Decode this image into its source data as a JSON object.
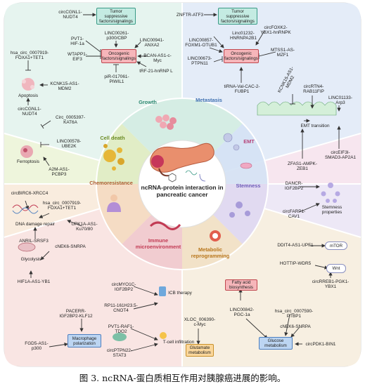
{
  "center": {
    "title": "ncRNA-protein interaction in\npancreatic cancer"
  },
  "sections": {
    "growth": "Growth",
    "metastasis": "Metastasis",
    "emt": "EMT",
    "stemness": "Stemness",
    "metabolic": "Metabolic\nreprogramming",
    "immune": "Immune\nmicroenvironment",
    "chemoresistance": "Chemoresistance",
    "cell_death": "Cell death"
  },
  "boxes": {
    "tumor_supp_left": "Tumor\nsuppressive\nfactors/signalings",
    "oncogenic_left": "Oncogenic\nfactors/signalings",
    "tumor_supp_right": "Tumor\nsuppressive\nfactors/signalings",
    "oncogenic_right": "Oncogenic\nfactors/signalings",
    "mtor": "mTOR",
    "wnt": "Wnt",
    "icb": "ICB therapy",
    "tcell": "T-cell infiltration",
    "macrophage": "Macrophage\npolarization",
    "glutamate": "Glutamate\nmetabolism",
    "fatty_acid": "Fatty acid\nbiosynthesis",
    "glucose": "Glucose\nmetabolism"
  },
  "labels": {
    "circcgnl1_nudt4_top": "circCGNL1-\nNUDT4",
    "pvt1_hif1a": "PVT1-\nHIF-1a",
    "wtapp1_eif3": "WTAPP1-\nEIF3",
    "linc00261": "LINC00261-\np300/CBP",
    "linc00941": "LINC00941-\nANXA2",
    "bcan_as1": "BCAN-AS1-c-\nMyc",
    "trf21": "tRF-21-hnRNP L",
    "pir017061": "piR-017061-\nPIWIL1",
    "hsa_circ_foxa1_top": "hsa_circ_0007919-\nFOXA1+TET1",
    "kcnk15": "KCNK15-AS1-\nMDM2",
    "apoptosis": "Apoptosis",
    "circcgnl1_nudt4_mid": "circCGNL1-\nNUDT4",
    "circ_0005397": "Circ_0005397-\nKAT6A",
    "linc00578": "LINC00578-\nUBE2K",
    "ferroptosis": "Ferroptosis",
    "a2m_as1": "A2M-AS1-\nPCBP3",
    "znftr": "ZNFTR-ATF3",
    "circfoxk2": "circFOXK2-\nYBX1-hnRNPK",
    "linc01232": "Linc01232-\nHNRNPA2B1",
    "linc00857": "LINC00857-\nFOXM1-OTUB1",
    "mtss1": "MTSS1-AS-\nMZF1",
    "linc00673": "LINC00673-\nPTPN11",
    "tirna": "tiRNA-Val-CAC-2-\nFUBP1",
    "kcnk15_right": "KCNK15-AS1-\nMDM2",
    "circrtn4": "circRTN4-\nRAB11FIP",
    "linc01133": "LINC01133-\nArp3",
    "emt_transition": "EMT transition",
    "circeif3i": "circEIF3I-\nSMAD3-AP2A1",
    "zfas1": "ZFAS1-AMPK-\nZEB1",
    "dancr": "DANCR-\nIGF2BP2",
    "circfarp1": "circFARP1-\nCAV1",
    "stemness_props": "Stemness\nproperties",
    "ddit4": "DDIT4-AS1-UPF1",
    "hottip": "HOTTIP-WDR5",
    "circrreb1": "circRREB1-PGK1-\nYBX1",
    "circbirc6": "circBIRC6-XRCC4",
    "hsa_circ_foxa1_chemo": "hsa_circ_0007919-\nFOXA1+TET1",
    "dna_damage": "DNA damage repair",
    "upk1a": "UPK1A-AS1-\nKu70/80",
    "anril": "ANRIL-SRSF3",
    "cnek6_left": "cNEK6-SNRPA",
    "glycolysis": "Glycolysis",
    "hif1a_as1": "HIF1A-AS1-YB1",
    "circmyo1c": "circMYO1C-\nIGF2BP2",
    "rp11": "RP11-161H23.5-\nCNOT4",
    "pvt1_raf1": "PVT1-RAF1-\nTDO2",
    "circptpn22": "circPTPN22-\nSTAT3",
    "pacerr": "PACERR-\nIGF2BP2-KLF12",
    "fgd5": "FGD5-AS1-\np300",
    "xloc": "XLOC_006390-\nc-Myc",
    "linc00842": "LINC00842-\nPGC-1a",
    "hsa_circ_0007590": "hsa_circ_0007590-\nPTBP1",
    "cnek6_right": "cNEK6-SNRPA",
    "circpdk1": "circPDK1-BIN1"
  },
  "caption": "图 3. ncRNA-蛋白质相互作用对胰腺癌进展的影响。",
  "colors": {
    "growth": "#e6f4ef",
    "metastasis": "#e4ecf8",
    "emt": "#f7e6ef",
    "stemness": "#ede8f6",
    "metabolic": "#f7efe1",
    "immune": "#f7e2e4",
    "chemoresistance": "#f9ecde",
    "cell_death": "#eef5dc",
    "inner_growth": "#d5ede4",
    "inner_metastasis": "#d4e2f4",
    "inner_emt": "#f2d7e4",
    "inner_stemness": "#e1daf1",
    "inner_metabolic": "#f2e2c8",
    "inner_immune": "#f1ccd0",
    "inner_chemo": "#f5dcc4",
    "inner_celldeath": "#e1edc6"
  }
}
